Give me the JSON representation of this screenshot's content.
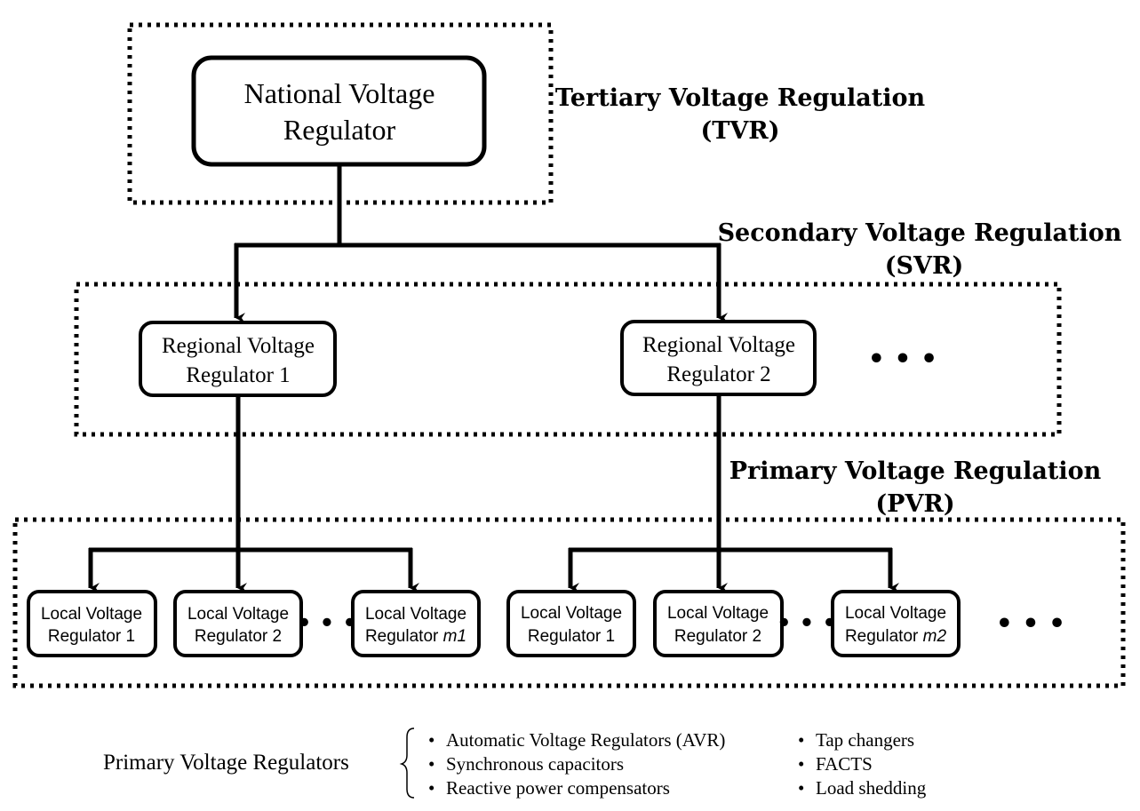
{
  "levels": {
    "tvr": {
      "line1": "Tertiary Voltage Regulation",
      "line2": "(TVR)"
    },
    "svr": {
      "line1": "Secondary Voltage Regulation",
      "line2": "(SVR)"
    },
    "pvr": {
      "line1": "Primary Voltage Regulation",
      "line2": "(PVR)"
    }
  },
  "national": {
    "line1": "National Voltage",
    "line2": "Regulator"
  },
  "regional": [
    {
      "line1": "Regional Voltage",
      "line2": "Regulator 1"
    },
    {
      "line1": "Regional Voltage",
      "line2": "Regulator 2"
    }
  ],
  "local_group_1": [
    {
      "line1": "Local Voltage",
      "line2": "Regulator 1"
    },
    {
      "line1": "Local Voltage",
      "line2": "Regulator 2"
    },
    {
      "line1": "Local Voltage",
      "line2": "Regulator ",
      "suffix": "m1"
    }
  ],
  "local_group_2": [
    {
      "line1": "Local Voltage",
      "line2": "Regulator 1"
    },
    {
      "line1": "Local Voltage",
      "line2": "Regulator 2"
    },
    {
      "line1": "Local Voltage",
      "line2": "Regulator ",
      "suffix": "m2"
    }
  ],
  "ellipsis": "• • •",
  "legend": {
    "title": "Primary Voltage Regulators",
    "brace": "{",
    "col1": [
      "Automatic Voltage Regulators (AVR)",
      "Synchronous capacitors",
      "Reactive power compensators"
    ],
    "col2": [
      "Tap changers",
      "FACTS",
      "Load shedding"
    ],
    "bullet": "•"
  }
}
